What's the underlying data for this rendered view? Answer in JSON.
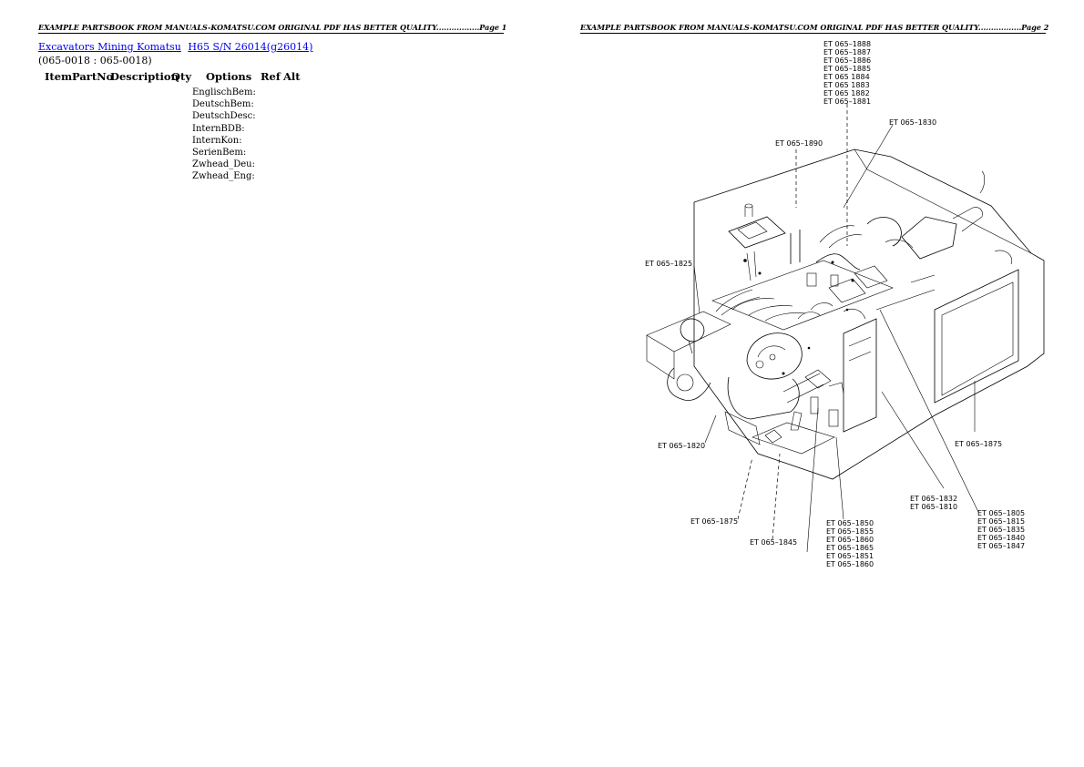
{
  "header": {
    "left": "EXAMPLE PARTSBOOK FROM MANUALS-KOMATSU.COM ORIGINAL PDF HAS BETTER QUALITY.................Page 1",
    "right": "EXAMPLE PARTSBOOK FROM MANUALS-KOMATSU.COM ORIGINAL PDF HAS BETTER QUALITY.................Page 2"
  },
  "breadcrumb": {
    "link1": "Excavators Mining Komatsu",
    "link2": "H65 S/N 26014(g26014)"
  },
  "range": "(065-0018 : 065-0018)",
  "table": {
    "headers": [
      "Item",
      "PartNo",
      "Description",
      "Qty",
      "Options",
      "Ref",
      "Alt"
    ]
  },
  "fields": [
    "EnglischBem:",
    "DeutschBem:",
    "DeutschDesc:",
    "InternBDB:",
    "InternKon:",
    "SerienBem:",
    "Zwhead_Deu:",
    "Zwhead_Eng:"
  ],
  "diagram": {
    "callouts_top": [
      "ET 065–1888",
      "ET 065–1887",
      "ET 065–1886",
      "ET 065–1885",
      "ET 065 1884",
      "ET 065 1883",
      "ET 065 1882",
      "ET 065–1881"
    ],
    "callout_1830": "ET 065–1830",
    "callout_1890": "ET 065–1890",
    "callout_1825": "ET 065–1825",
    "callout_1820": "ET 065–1820",
    "callout_1875_right": "ET 065–1875",
    "callout_1875_bottom": "ET 065–1875",
    "callout_1845": "ET 065–1845",
    "callouts_1832": [
      "ET 065–1832",
      "ET 065–1810"
    ],
    "callouts_1850": [
      "ET 065–1850",
      "ET 065–1855",
      "ET 065–1860",
      "ET 065–1865",
      "ET 065–1851",
      "ET 065–1860"
    ],
    "callouts_1805": [
      "ET 065–1805",
      "ET 065–1815",
      "ET 065–1835",
      "ET 065–1840",
      "ET 065–1847"
    ]
  }
}
